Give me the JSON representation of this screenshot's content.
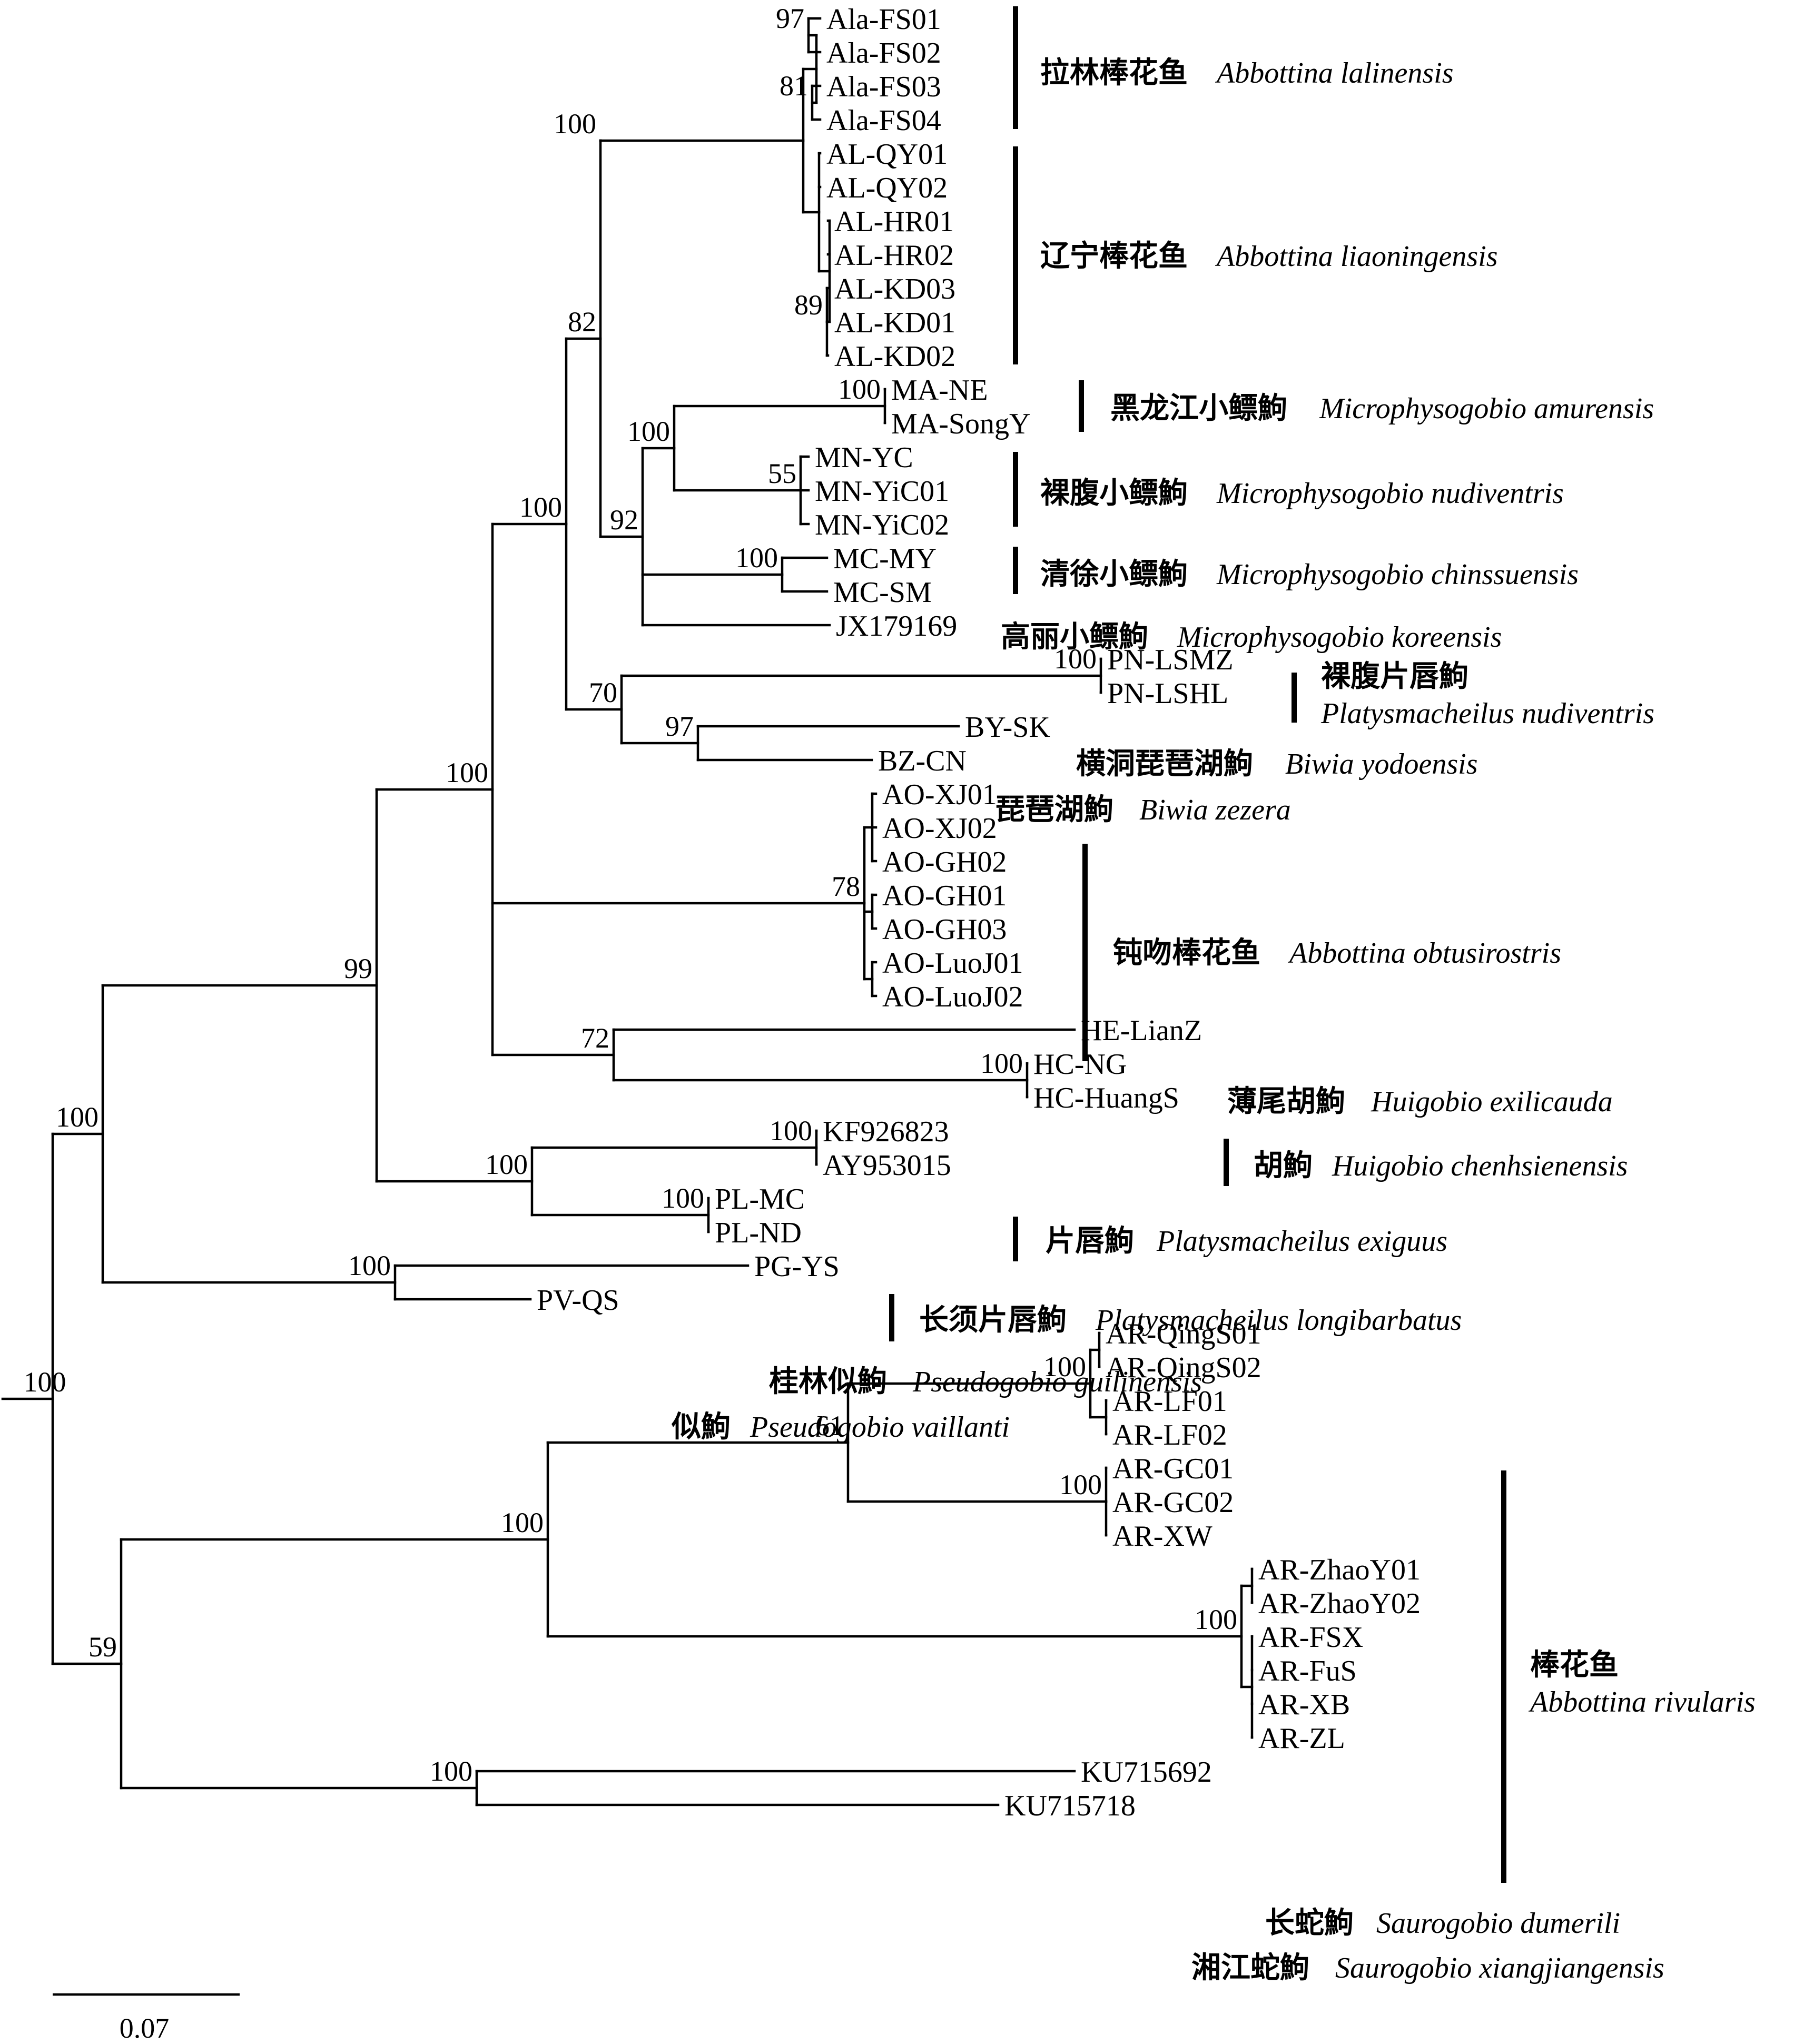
{
  "scale_label": "0.07",
  "root_support": "100",
  "tips": [
    "Ala-FS01",
    "Ala-FS02",
    "Ala-FS03",
    "Ala-FS04",
    "AL-QY01",
    "AL-QY02",
    "AL-HR01",
    "AL-HR02",
    "AL-KD03",
    "AL-KD01",
    "AL-KD02",
    "MA-NE",
    "MA-SongY",
    "MN-YC",
    "MN-YiC01",
    "MN-YiC02",
    "MC-MY",
    "MC-SM",
    "JX179169",
    "PN-LSMZ",
    "PN-LSHL",
    "BY-SK",
    "BZ-CN",
    "AO-XJ01",
    "AO-XJ02",
    "AO-GH02",
    "AO-GH01",
    "AO-GH03",
    "AO-LuoJ01",
    "AO-LuoJ02",
    "HE-LianZ",
    "HC-NG",
    "HC-HuangS",
    "KF926823",
    "AY953015",
    "PL-MC",
    "PL-ND",
    "PG-YS",
    "PV-QS",
    "AR-QingS01",
    "AR-QingS02",
    "AR-LF01",
    "AR-LF02",
    "AR-GC01",
    "AR-GC02",
    "AR-XW",
    "AR-ZhaoY01",
    "AR-ZhaoY02",
    "AR-FSX",
    "AR-FuS",
    "AR-XB",
    "AR-ZL",
    "KU715692",
    "KU715718"
  ],
  "supports": [
    "97",
    "81",
    "89",
    "100",
    "100",
    "55",
    "100",
    "100",
    "92",
    "82",
    "100",
    "97",
    "70",
    "100",
    "78",
    "100",
    "100",
    "72",
    "99",
    "100",
    "100",
    "100",
    "100",
    "100",
    "61",
    "100",
    "100",
    "100",
    "100",
    "100",
    "59"
  ],
  "species": [
    {
      "cn": "拉林棒花鱼",
      "la": "Abbottina lalinensis"
    },
    {
      "cn": "辽宁棒花鱼",
      "la": "Abbottina liaoningensis"
    },
    {
      "cn": "黑龙江小鳔鮈",
      "la": "Microphysogobio amurensis"
    },
    {
      "cn": "裸腹小鳔鮈",
      "la": "Microphysogobio nudiventris"
    },
    {
      "cn": "清徐小鳔鮈",
      "la": "Microphysogobio chinssuensis"
    },
    {
      "cn": "高丽小鳔鮈",
      "la": "Microphysogobio koreensis"
    },
    {
      "cn": "裸腹片唇鮈",
      "la": "Platysmacheilus nudiventris"
    },
    {
      "cn": "横洞琵琶湖鮈",
      "la": "Biwia yodoensis"
    },
    {
      "cn": "琵琶湖鮈",
      "la": "Biwia zezera"
    },
    {
      "cn": "钝吻棒花鱼",
      "la": "Abbottina obtusirostris"
    },
    {
      "cn": "薄尾胡鮈",
      "la": "Huigobio exilicauda"
    },
    {
      "cn": "胡鮈",
      "la": "Huigobio chenhsienensis"
    },
    {
      "cn": "片唇鮈",
      "la": "Platysmacheilus exiguus"
    },
    {
      "cn": "长须片唇鮈",
      "la": "Platysmacheilus longibarbatus"
    },
    {
      "cn": "桂林似鮈",
      "la": "Pseudogobio guilinensis"
    },
    {
      "cn": "似鮈",
      "la": "Pseudogobio vaillanti"
    },
    {
      "cn": "棒花鱼",
      "la": "Abbottina rivularis"
    },
    {
      "cn": "长蛇鮈",
      "la": "Saurogobio dumerili"
    },
    {
      "cn": "湘江蛇鮈",
      "la": "Saurogobio xiangjiangensis"
    }
  ]
}
